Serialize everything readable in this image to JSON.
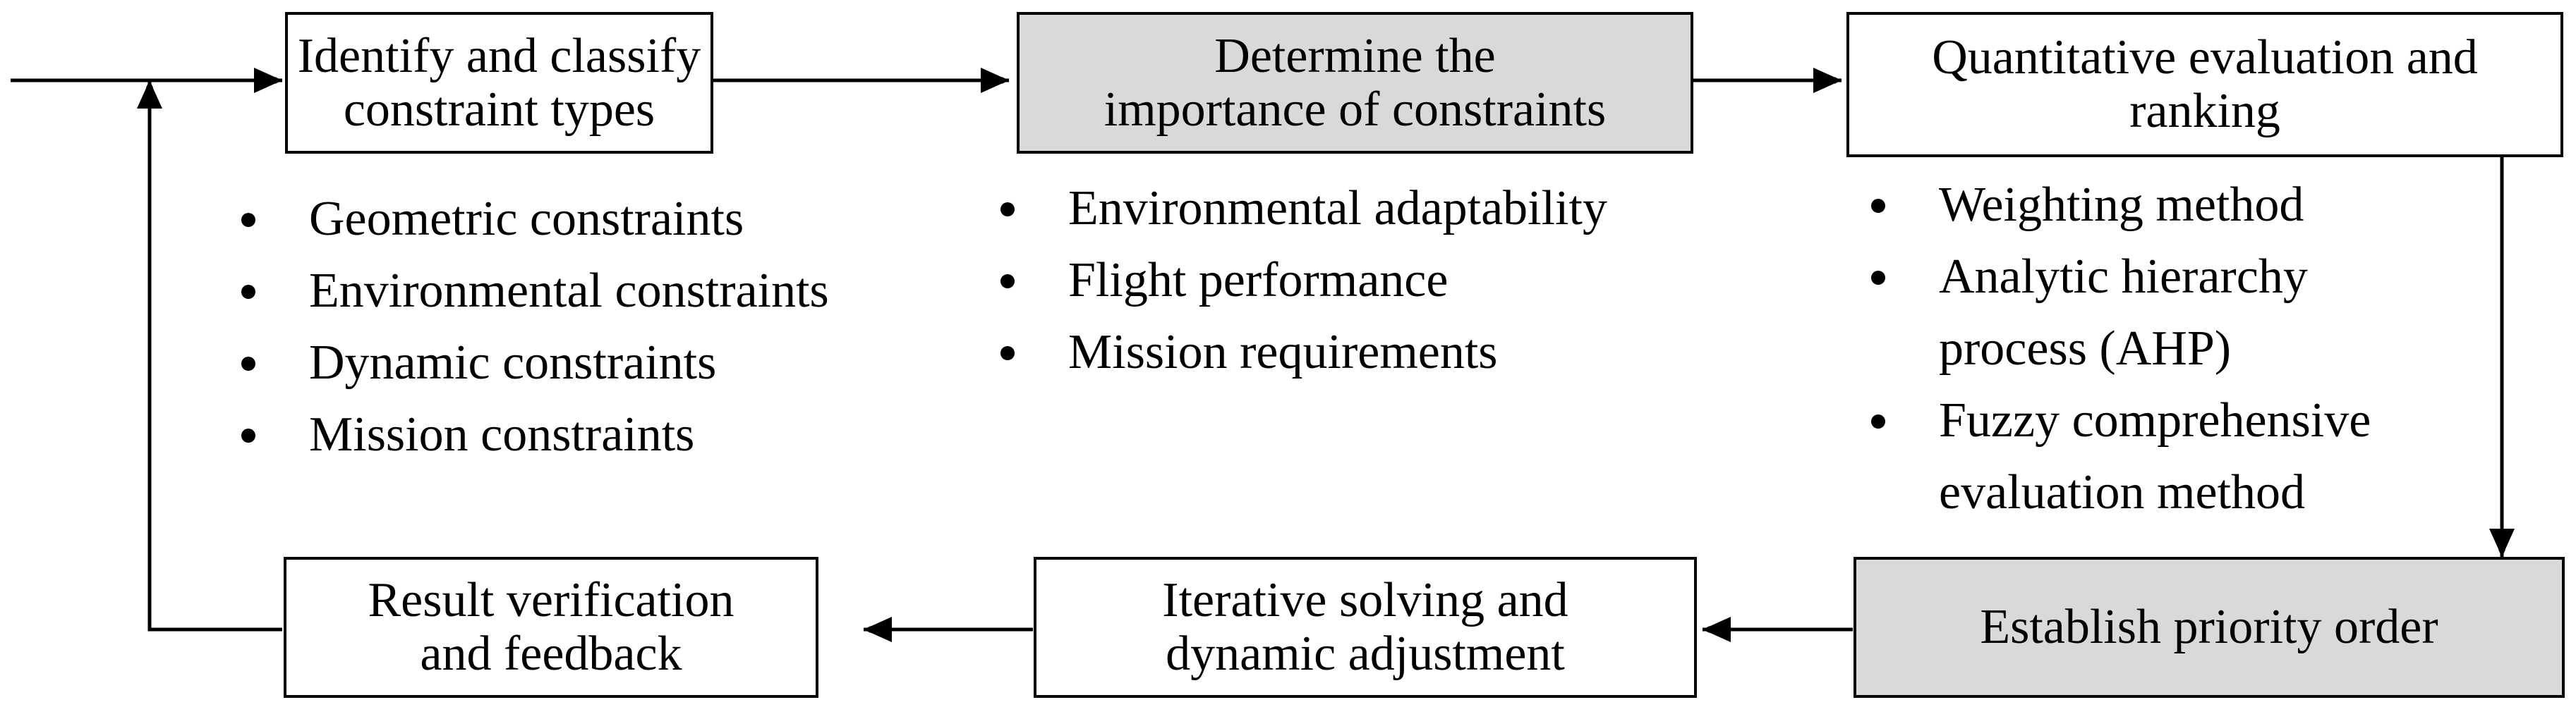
{
  "steps": {
    "identify": {
      "lines": [
        "Identify and classify",
        "constraint types"
      ]
    },
    "importance": {
      "lines": [
        "Determine the",
        "importance of constraints"
      ]
    },
    "evaluate": {
      "lines": [
        "Quantitative evaluation and",
        "ranking"
      ]
    },
    "priority": {
      "lines": [
        "Establish priority order"
      ]
    },
    "iterate": {
      "lines": [
        "Iterative solving and",
        "dynamic adjustment"
      ]
    },
    "verify": {
      "lines": [
        "Result verification",
        "and feedback"
      ]
    }
  },
  "lists": {
    "constraint_types": [
      "Geometric constraints",
      "Environmental constraints",
      "Dynamic constraints",
      "Mission constraints"
    ],
    "importance_factors": [
      "Environmental adaptability",
      "Flight performance",
      "Mission requirements"
    ],
    "evaluation_methods": [
      [
        "Weighting method"
      ],
      [
        "Analytic hierarchy",
        "process (AHP)"
      ],
      [
        "Fuzzy comprehensive",
        "evaluation method"
      ]
    ]
  },
  "colors": {
    "shaded_fill": "#d9d9d9",
    "stroke": "#000000"
  }
}
